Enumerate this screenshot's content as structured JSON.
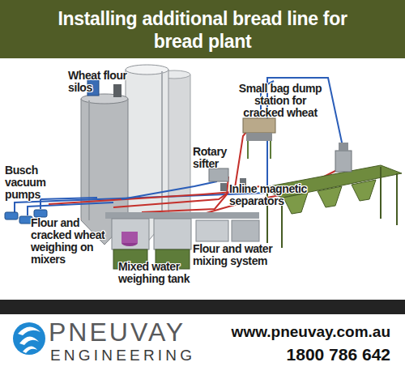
{
  "diagram": {
    "title": "Installing additional bread line for bread plant",
    "labels": [
      "Wheat flour silos",
      "Small bag dump station for cracked wheat",
      "Rotary sifter",
      "Busch vacuum pumps",
      "Inline magnetic separators",
      "Flour and cracked wheat weighing on mixers",
      "Flour and water mixing system",
      "Mixed water weighing tank",
      "PNEUVAY",
      "ENGINEERING",
      "www.pneuvay.com.au",
      "1800 786 642"
    ]
  }
}
